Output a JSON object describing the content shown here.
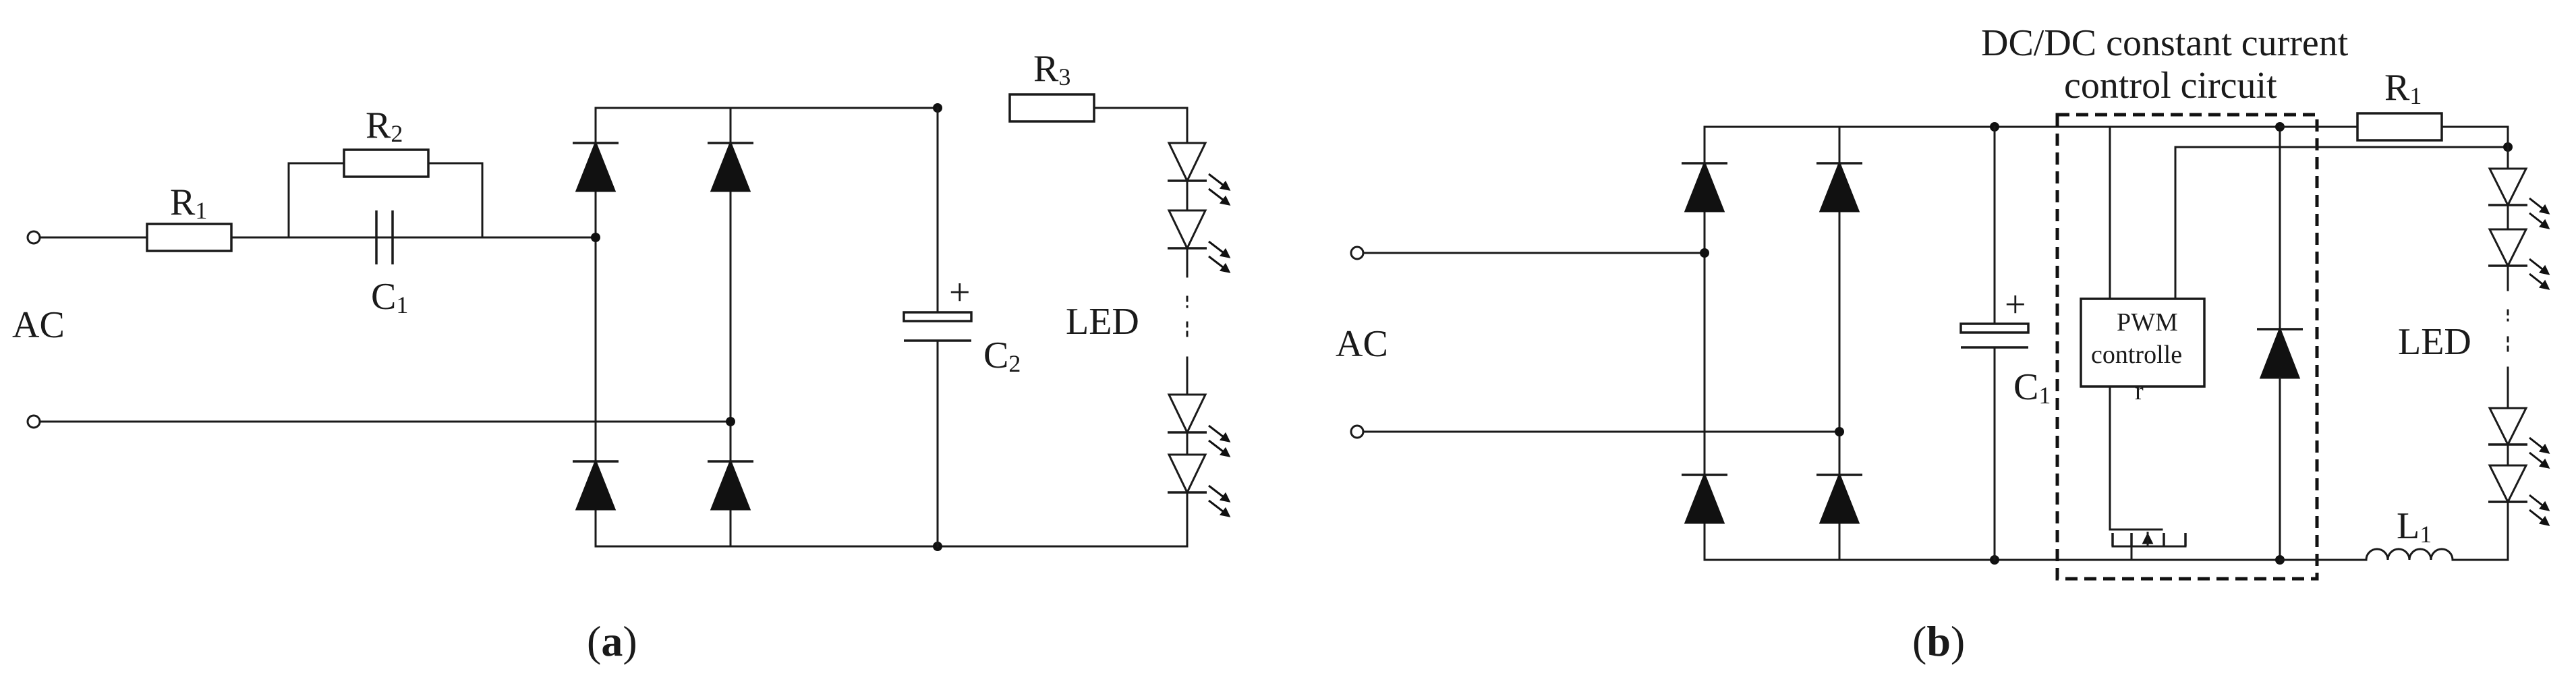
{
  "figure": {
    "panel_a": {
      "caption_open": "(",
      "caption_letter": "a",
      "caption_close": ")",
      "input_label": "AC",
      "r1_label": "R",
      "r1_sub": "1",
      "r2_label": "R",
      "r2_sub": "2",
      "r3_label": "R",
      "r3_sub": "3",
      "c1_label": "C",
      "c1_sub": "1",
      "c2_label": "C",
      "c2_sub": "2",
      "polarity": "+",
      "led_label": "LED"
    },
    "panel_b": {
      "caption_open": "(",
      "caption_letter": "b",
      "caption_close": ")",
      "input_label": "AC",
      "dcdc_title_line1": "DC/DC constant current",
      "dcdc_title_line2": "control circuit",
      "r1_label": "R",
      "r1_sub": "1",
      "c1_label": "C",
      "c1_sub": "1",
      "l1_label": "L",
      "l1_sub": "1",
      "polarity": "+",
      "pwm_line1": "PWM",
      "pwm_line2": "controlle",
      "pwm_line3": "r",
      "led_label": "LED"
    },
    "colors": {
      "ink": "#111111",
      "background": "#ffffff"
    }
  }
}
